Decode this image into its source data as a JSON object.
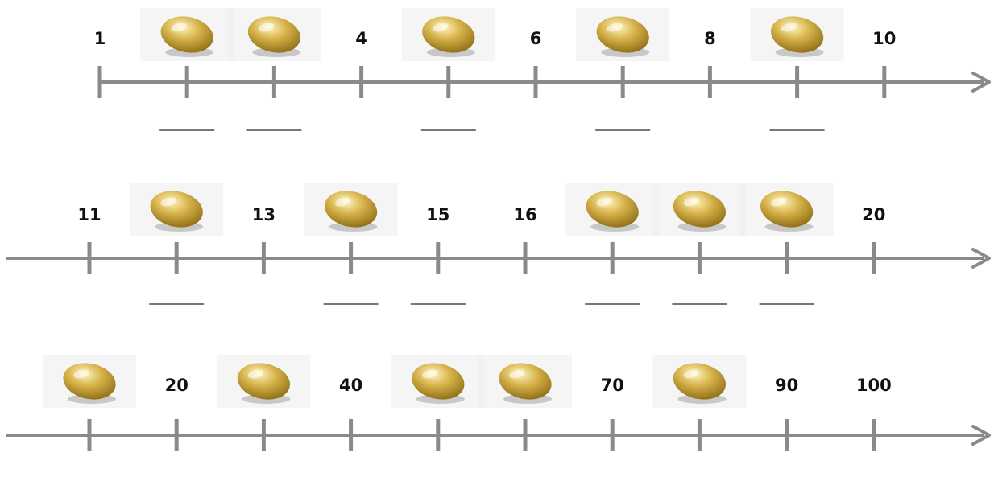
{
  "colors": {
    "axis": "#8a8a8a",
    "label": "#111111",
    "egg_light": "#fff6c2",
    "egg_mid": "#d6b24a",
    "egg_dark": "#8a6a12",
    "egg_tile": "#ececec",
    "blank": "#777777"
  },
  "number_lines": [
    {
      "marks": [
        {
          "type": "label",
          "text": "1"
        },
        {
          "type": "egg"
        },
        {
          "type": "egg"
        },
        {
          "type": "label",
          "text": "4"
        },
        {
          "type": "egg"
        },
        {
          "type": "label",
          "text": "6"
        },
        {
          "type": "egg"
        },
        {
          "type": "label",
          "text": "8"
        },
        {
          "type": "egg"
        },
        {
          "type": "label",
          "text": "10"
        }
      ]
    },
    {
      "marks": [
        {
          "type": "label",
          "text": "11"
        },
        {
          "type": "egg"
        },
        {
          "type": "label",
          "text": "13"
        },
        {
          "type": "egg"
        },
        {
          "type": "label",
          "text": "15"
        },
        {
          "type": "label",
          "text": "16"
        },
        {
          "type": "egg"
        },
        {
          "type": "egg"
        },
        {
          "type": "egg"
        },
        {
          "type": "label",
          "text": "20"
        }
      ]
    },
    {
      "marks": [
        {
          "type": "egg"
        },
        {
          "type": "label",
          "text": "20"
        },
        {
          "type": "egg"
        },
        {
          "type": "label",
          "text": "40"
        },
        {
          "type": "egg"
        },
        {
          "type": "egg"
        },
        {
          "type": "label",
          "text": "70"
        },
        {
          "type": "egg"
        },
        {
          "type": "label",
          "text": "90"
        },
        {
          "type": "label",
          "text": "100"
        }
      ]
    }
  ],
  "answer_blanks": [
    {
      "positions": [
        2,
        3,
        5,
        7,
        9
      ]
    },
    {
      "positions": [
        2,
        4,
        5,
        7,
        8,
        9
      ]
    },
    {
      "positions": []
    }
  ]
}
